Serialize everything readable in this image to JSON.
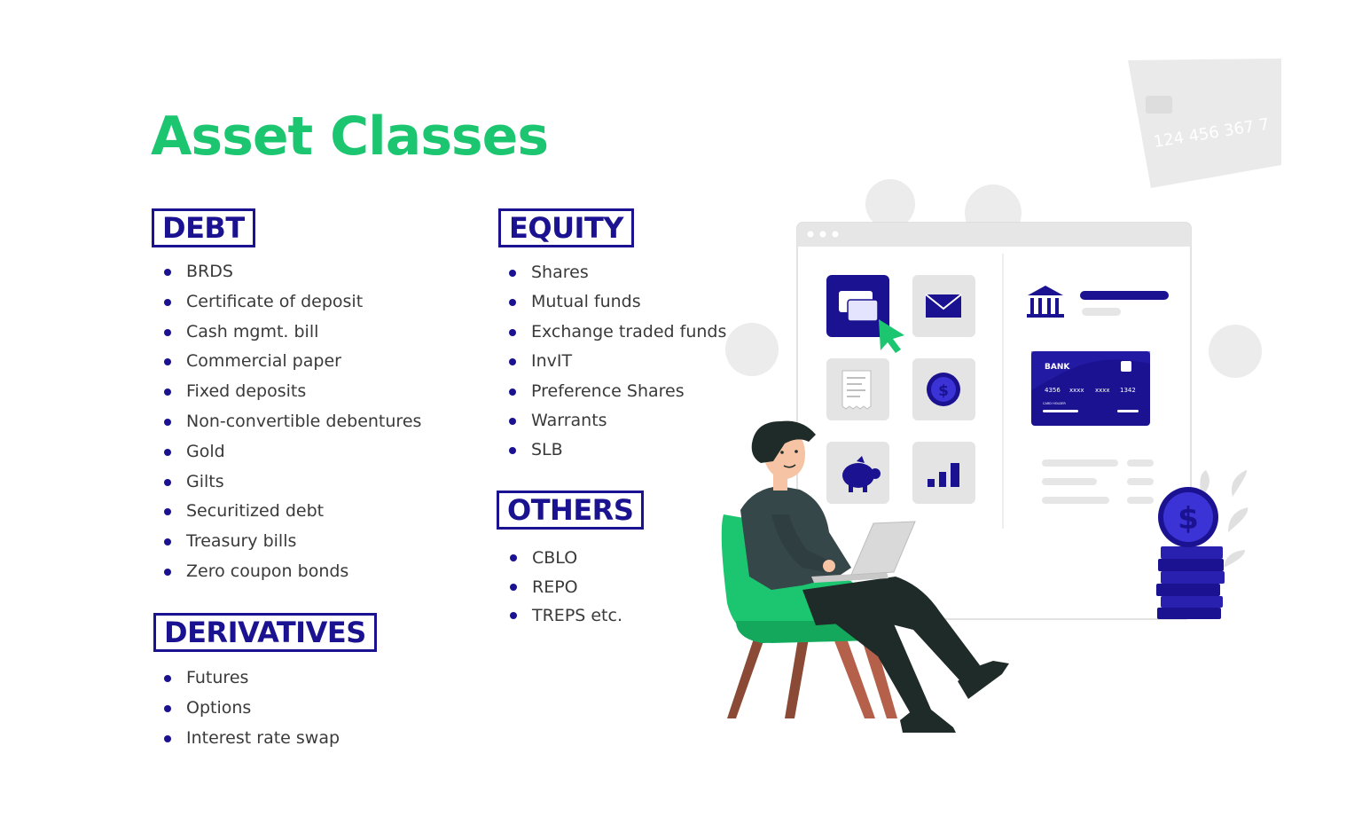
{
  "title": "Asset Classes",
  "colors": {
    "title": "#1cc670",
    "heading": "#1a1290",
    "bullet": "#1a1290",
    "text": "#3a3a3a",
    "illustration_accent": "#1a1290",
    "chair": "#1cc670"
  },
  "sections": {
    "debt": {
      "heading": "DEBT",
      "items": [
        "BRDS",
        "Certificate of deposit",
        "Cash mgmt. bill",
        "Commercial paper",
        "Fixed deposits",
        "Non-convertible debentures",
        "Gold",
        "Gilts",
        "Securitized debt",
        "Treasury bills",
        "Zero coupon bonds"
      ]
    },
    "derivatives": {
      "heading": "DERIVATIVES",
      "items": [
        "Futures",
        "Options",
        "Interest rate swap"
      ]
    },
    "equity": {
      "heading": "EQUITY",
      "items": [
        "Shares",
        "Mutual funds",
        "Exchange traded funds",
        "InvIT",
        "Preference Shares",
        "Warrants",
        "SLB"
      ]
    },
    "others": {
      "heading": "OTHERS",
      "items": [
        "CBLO",
        "REPO",
        "TREPS etc."
      ]
    }
  },
  "illustration": {
    "card_bank_label": "BANK",
    "card_number_parts": [
      "4356",
      "xxxx",
      "xxxx",
      "1342"
    ],
    "card_holder_label": "CARD HOLDER",
    "bg_card_number": "124 456 367 7",
    "icons": [
      "credit-card-icon",
      "envelope-icon",
      "receipt-icon",
      "dollar-coin-icon",
      "piggy-bank-icon",
      "bar-chart-icon",
      "bank-building-icon",
      "cursor-arrow-icon"
    ]
  }
}
